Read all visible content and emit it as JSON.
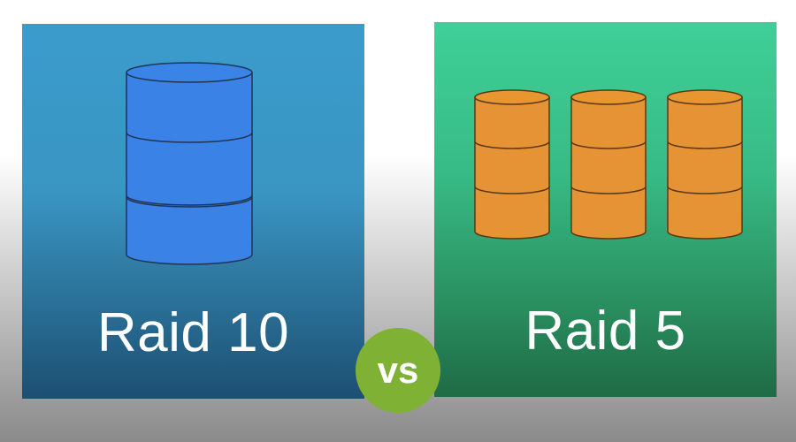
{
  "left_panel": {
    "label": "Raid 10",
    "color": "#3a95c2",
    "disk_color": "#3b82e6",
    "disk_icon": "database-cylinder-icon"
  },
  "right_panel": {
    "label": "Raid 5",
    "color": "#38bb86",
    "disk_color": "#e69335",
    "disk_icon": "database-cylinder-icon"
  },
  "vs_badge": {
    "text": "vs",
    "color": "#7fb134"
  }
}
